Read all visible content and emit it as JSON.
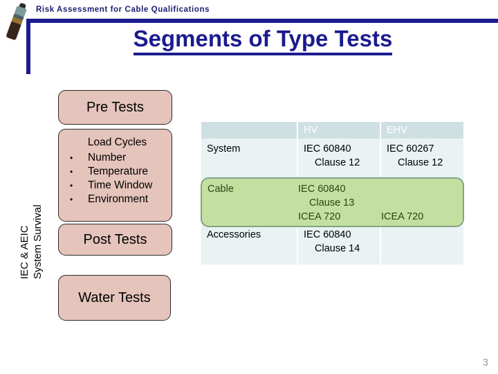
{
  "header": {
    "kicker": "Risk Assessment for Cable Qualifications",
    "title": "Segments of Type Tests",
    "cable_icon": "cable-cross-section-icon",
    "navy": "#1b1b8f"
  },
  "side_label": {
    "line1": "IEC & AEIC",
    "line2": "System Survival"
  },
  "flow": {
    "box_fill": "#e5c4bb",
    "pre_tests": "Pre Tests",
    "load_cycles": {
      "title": "Load Cycles",
      "items": [
        "Number",
        "Temperature",
        "Time Window",
        "Environment"
      ]
    },
    "post_tests": "Post Tests",
    "water_tests": "Water Tests"
  },
  "table": {
    "header_fill": "#cfe0e3",
    "body_fill": "#eaf2f3",
    "highlight_fill": "#c3e0a0",
    "highlight_border": "#83a383",
    "columns": [
      "",
      "HV",
      "EHV"
    ],
    "rows": [
      {
        "label": "System",
        "hv": [
          "IEC 60840",
          "Clause 12"
        ],
        "ehv": [
          "IEC 60267",
          "Clause 12"
        ],
        "highlighted": false
      },
      {
        "label": "Cable",
        "hv": [
          "IEC 60840",
          "Clause 13",
          "ICEA 720"
        ],
        "ehv": [
          "ICEA 720"
        ],
        "highlighted": true
      },
      {
        "label": "Accessories",
        "hv": [
          "IEC 60840",
          "Clause 14"
        ],
        "ehv": [],
        "highlighted": false
      }
    ]
  },
  "footer": {
    "page_number": "3"
  }
}
